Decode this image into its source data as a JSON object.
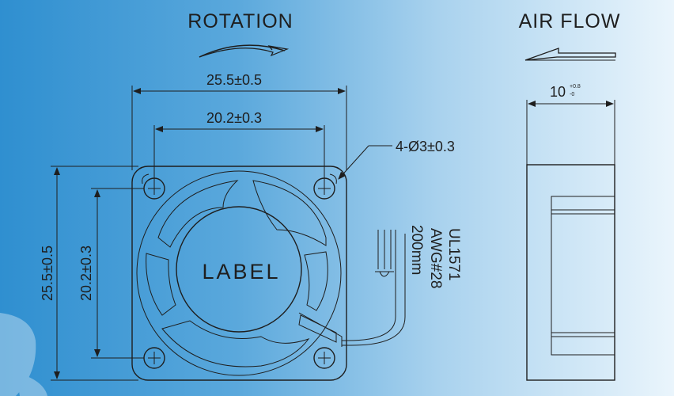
{
  "rotation_title": "ROTATION",
  "airflow_title": "AIR FLOW",
  "dims": {
    "overall_width": "25.5±0.5",
    "hole_spacing_width": "20.2±0.3",
    "mounting_holes": "4-Ø3±0.3",
    "overall_height": "25.5±0.5",
    "hole_spacing_height": "20.2±0.3",
    "thickness": "10",
    "thickness_tol_plus": "+0.8",
    "thickness_tol_minus": "-0"
  },
  "label_text": "LABEL",
  "wire": {
    "line1": "UL1571",
    "line2": "AWG#28",
    "line3": "200mm"
  }
}
